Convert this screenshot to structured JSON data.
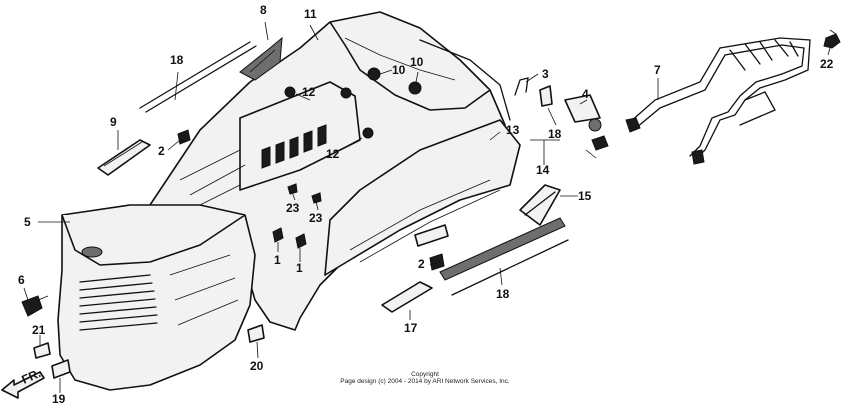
{
  "callouts": [
    "8",
    "11",
    "18",
    "10",
    "10",
    "12",
    "12",
    "9",
    "2",
    "5",
    "6",
    "21",
    "19",
    "23",
    "23",
    "1",
    "1",
    "3",
    "4",
    "18",
    "14",
    "13",
    "15",
    "7",
    "22",
    "2",
    "18",
    "17",
    "20"
  ],
  "direction": {
    "arrow_label": "FR."
  },
  "copyright": {
    "line1": "Copyright",
    "line2": "Page design (c) 2004 - 2014 by ARI Network Services, Inc."
  },
  "colors": {
    "ink": "#111111",
    "paper": "#ffffff",
    "panel_fill": "#f2f2f2"
  }
}
